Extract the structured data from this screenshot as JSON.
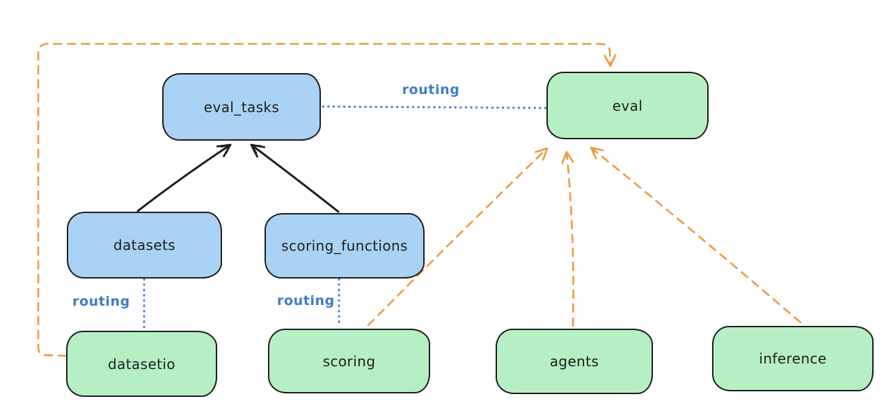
{
  "diagram": {
    "nodes": {
      "eval_tasks": {
        "label": "eval_tasks",
        "kind": "resource"
      },
      "eval": {
        "label": "eval",
        "kind": "api"
      },
      "datasets": {
        "label": "datasets",
        "kind": "resource"
      },
      "scoring_functions": {
        "label": "scoring_functions",
        "kind": "resource"
      },
      "datasetio": {
        "label": "datasetio",
        "kind": "api"
      },
      "scoring": {
        "label": "scoring",
        "kind": "api"
      },
      "agents": {
        "label": "agents",
        "kind": "api"
      },
      "inference": {
        "label": "inference",
        "kind": "api"
      }
    },
    "edges": [
      {
        "from": "datasets",
        "to": "eval_tasks",
        "style": "solid-black-arrow",
        "label": ""
      },
      {
        "from": "scoring_functions",
        "to": "eval_tasks",
        "style": "solid-black-arrow",
        "label": ""
      },
      {
        "from": "eval_tasks",
        "to": "eval",
        "style": "dotted-blue",
        "label": "routing"
      },
      {
        "from": "datasets",
        "to": "datasetio",
        "style": "dotted-blue",
        "label": "routing"
      },
      {
        "from": "scoring_functions",
        "to": "scoring",
        "style": "dotted-blue",
        "label": "routing"
      },
      {
        "from": "datasetio",
        "to": "eval",
        "style": "dashed-orange-arrow",
        "label": ""
      },
      {
        "from": "scoring",
        "to": "eval",
        "style": "dashed-orange-arrow",
        "label": ""
      },
      {
        "from": "agents",
        "to": "eval",
        "style": "dashed-orange-arrow",
        "label": ""
      },
      {
        "from": "inference",
        "to": "eval",
        "style": "dashed-orange-arrow",
        "label": ""
      }
    ],
    "colors": {
      "node_blue_fill": "#a9d2f5",
      "node_green_fill": "#b6efc3",
      "stroke_dark": "#1e1e1e",
      "routing_blue": "#3d7cc9",
      "provider_orange": "#eb9b3f",
      "background": "#ffffff"
    }
  }
}
